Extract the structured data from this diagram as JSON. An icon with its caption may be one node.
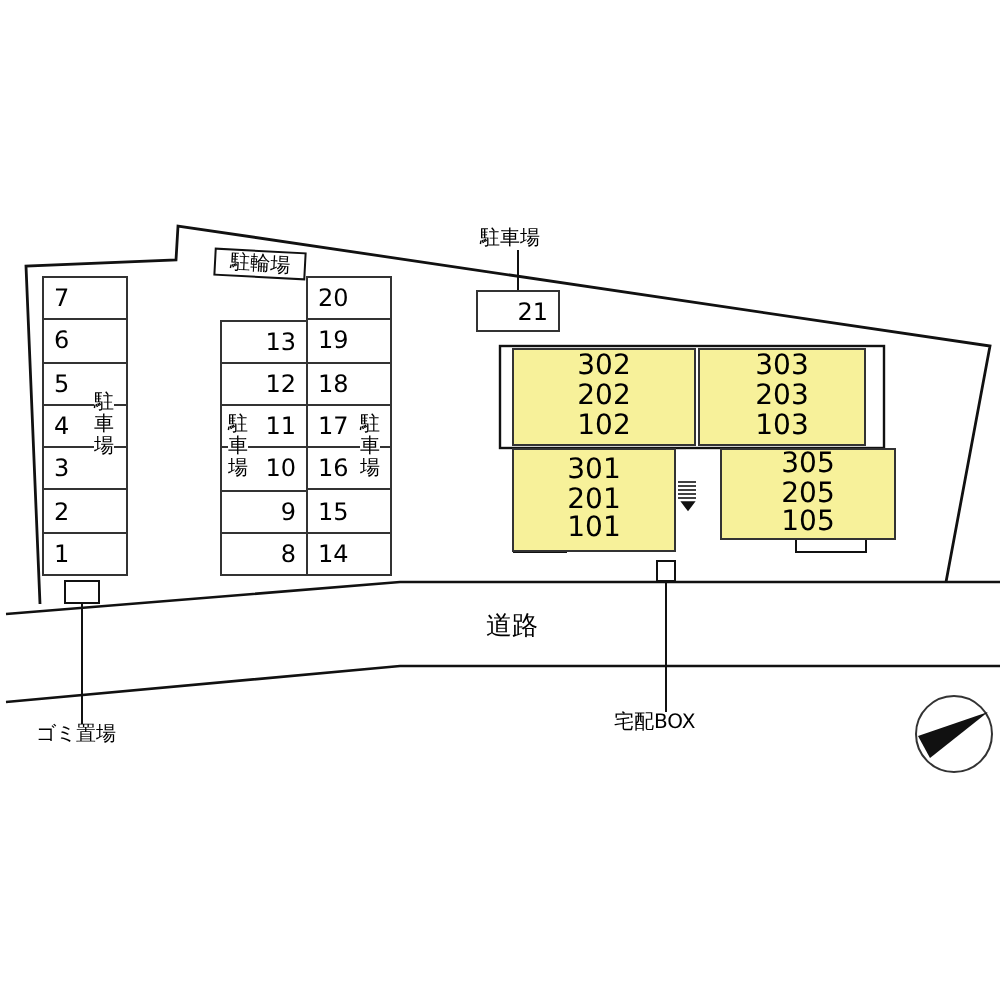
{
  "diagram": {
    "nodes": [
      {
        "text": [
          "駐輪場"
        ]
      },
      {
        "text": [
          "駐車場"
        ]
      },
      {
        "text": [
          "21"
        ]
      },
      {
        "text": [
          "7"
        ]
      },
      {
        "text": [
          "6"
        ]
      },
      {
        "text": [
          "5"
        ]
      },
      {
        "text": [
          "4"
        ]
      },
      {
        "text": [
          "3"
        ]
      },
      {
        "text": [
          "2"
        ]
      },
      {
        "text": [
          "1"
        ]
      },
      {
        "text": [
          "13"
        ]
      },
      {
        "text": [
          "12"
        ]
      },
      {
        "text": [
          "11"
        ]
      },
      {
        "text": [
          "10"
        ]
      },
      {
        "text": [
          "9"
        ]
      },
      {
        "text": [
          "8"
        ]
      },
      {
        "text": [
          "20"
        ]
      },
      {
        "text": [
          "19"
        ]
      },
      {
        "text": [
          "18"
        ]
      },
      {
        "text": [
          "17"
        ]
      },
      {
        "text": [
          "16"
        ]
      },
      {
        "text": [
          "15"
        ]
      },
      {
        "text": [
          "14"
        ]
      },
      {
        "text": [
          "302",
          "202",
          "102"
        ]
      },
      {
        "text": [
          "303",
          "203",
          "103"
        ]
      },
      {
        "text": [
          "301",
          "201",
          "101"
        ]
      },
      {
        "text": [
          "305",
          "205",
          "105"
        ]
      },
      {
        "text": [],
        "shape": "box"
      },
      {
        "text": [],
        "shape": "box"
      },
      {
        "text": [
          "ゴミ置場"
        ]
      },
      {
        "text": [
          "宅配BOX"
        ]
      }
    ],
    "edges": [
      {
        "from": 1,
        "to": 2,
        "arrow": "none"
      },
      {
        "from": 29,
        "to": 27,
        "arrow": "none"
      },
      {
        "from": 30,
        "to": 28,
        "arrow": "none"
      }
    ],
    "labels": [
      "駐車場",
      "駐車場",
      "駐車場",
      "道路"
    ]
  }
}
